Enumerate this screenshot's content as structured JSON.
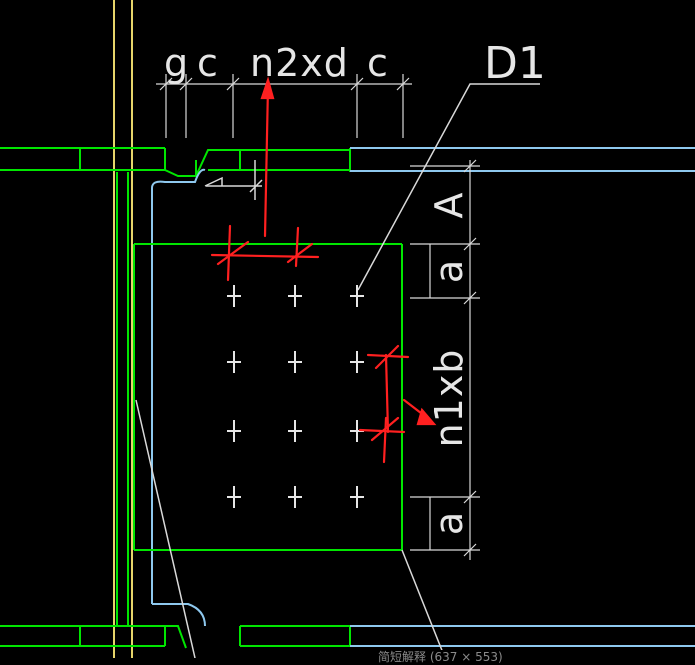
{
  "labels": {
    "top_dims": [
      "g",
      "c",
      "n2xd",
      "c"
    ],
    "leader_tag": "D1",
    "right_dims": [
      "A",
      "a",
      "n1xb",
      "a"
    ]
  },
  "status_text": "简短解释 (637 × 553)",
  "colors": {
    "background": "#000000",
    "green_line": "#00e600",
    "cyan_line": "#8ec8ee",
    "yellow_line": "#e6d46a",
    "red_markup": "#ff2020",
    "white_line": "#e6e6e6"
  }
}
